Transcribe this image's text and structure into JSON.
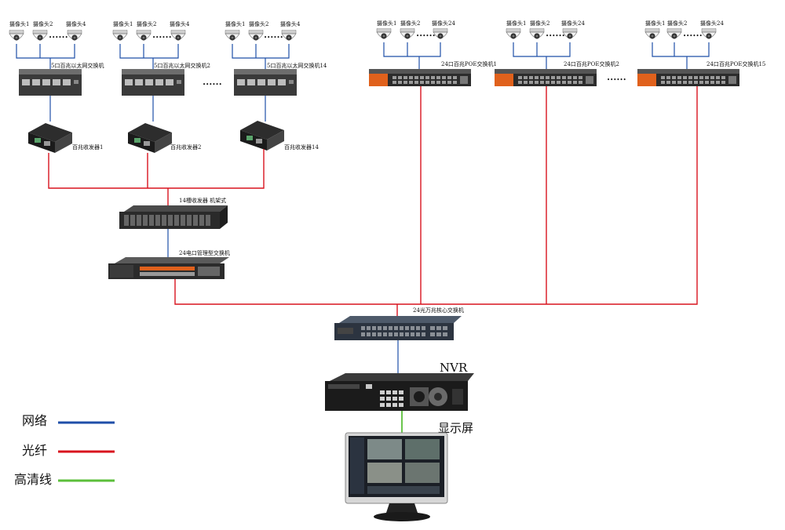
{
  "colors": {
    "network": "#1f4fa8",
    "fiber": "#d8141e",
    "hd": "#5bbf3a"
  },
  "dots": "••••••",
  "groups_ethernet": [
    {
      "cams": [
        "摄像头1",
        "摄像头2",
        "摄像头4"
      ],
      "switch": "5口百兆以太网交换机",
      "transceiver": "百兆收发器1"
    },
    {
      "cams": [
        "摄像头1",
        "摄像头2",
        "摄像头4"
      ],
      "switch": "5口百兆以太网交换机2",
      "transceiver": "百兆收发器2"
    },
    {
      "cams": [
        "摄像头1",
        "摄像头2",
        "摄像头4"
      ],
      "switch": "5口百兆以太网交换机14",
      "transceiver": "百兆收发器14"
    }
  ],
  "groups_poe": [
    {
      "cams": [
        "摄像头1",
        "摄像头2",
        "摄像头24"
      ],
      "switch": "24口百兆POE交换机1"
    },
    {
      "cams": [
        "摄像头1",
        "摄像头2",
        "摄像头24"
      ],
      "switch": "24口百兆POE交换机2"
    },
    {
      "cams": [
        "摄像头1",
        "摄像头2",
        "摄像头24"
      ],
      "switch": "24口百兆POE交换机15"
    }
  ],
  "rack": "14槽收发器   机架式",
  "managed_switch": "24电口管理型交换机",
  "core_switch": "24光万兆核心交换机",
  "nvr": "NVR",
  "display": "显示屏",
  "legend": [
    {
      "label": "网络",
      "color": "#1f4fa8"
    },
    {
      "label": "光纤",
      "color": "#d8141e"
    },
    {
      "label": "高清线",
      "color": "#5bbf3a"
    }
  ]
}
